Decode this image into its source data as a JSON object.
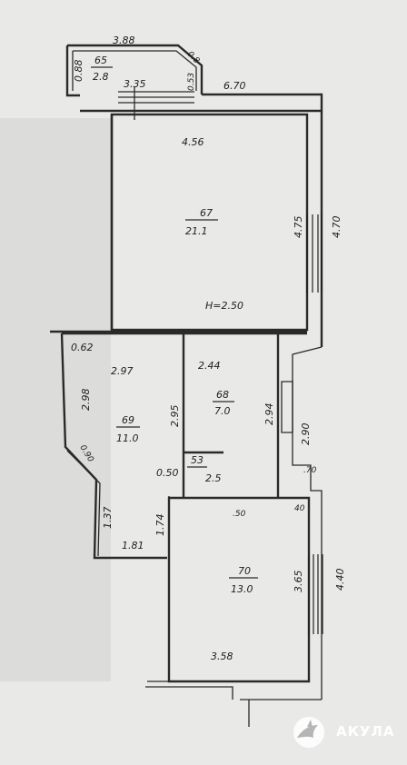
{
  "rooms": [
    {
      "key": "balcony",
      "number": "65",
      "area": "2.8"
    },
    {
      "key": "living",
      "number": "67",
      "area": "21.1"
    },
    {
      "key": "kitchen",
      "number": "69",
      "area": "11.0"
    },
    {
      "key": "bath",
      "number": "68",
      "area": "7.0"
    },
    {
      "key": "wc",
      "number": "53",
      "area": "2.5"
    },
    {
      "key": "bedroom",
      "number": "70",
      "area": "13.0"
    }
  ],
  "dimensions": {
    "balcony_w": "3.88",
    "balcony_h": "0.88",
    "balcony_diag": "0.8",
    "balcony_side": "0.53",
    "balcony_inner": "3.35",
    "top_right": "6.70",
    "living_top": "4.56",
    "living_right": "4.75",
    "living_outer": "4.70",
    "ceiling_height": "H=2.50",
    "kitchen_corner": "0.62",
    "kitchen_top": "2.97",
    "kitchen_left": "2.98",
    "kitchen_right": "2.95",
    "kitchen_diag": "0.90",
    "kitchen_lower": "1.37",
    "kitchen_bottom": "1.81",
    "kitchen_bottom_right": "1.74",
    "bath_top": "2.44",
    "bath_right": "2.94",
    "bath_outer": "2.90",
    "wc_w": "0.50",
    "small_70": ".70",
    "small_40": "40",
    "small_50": ".50",
    "bedroom_inner": "3.65",
    "bedroom_outer": "4.40",
    "bedroom_bottom": "3.58"
  },
  "watermark": {
    "text": "АКУЛА",
    "icon": "shark-logo-icon"
  }
}
